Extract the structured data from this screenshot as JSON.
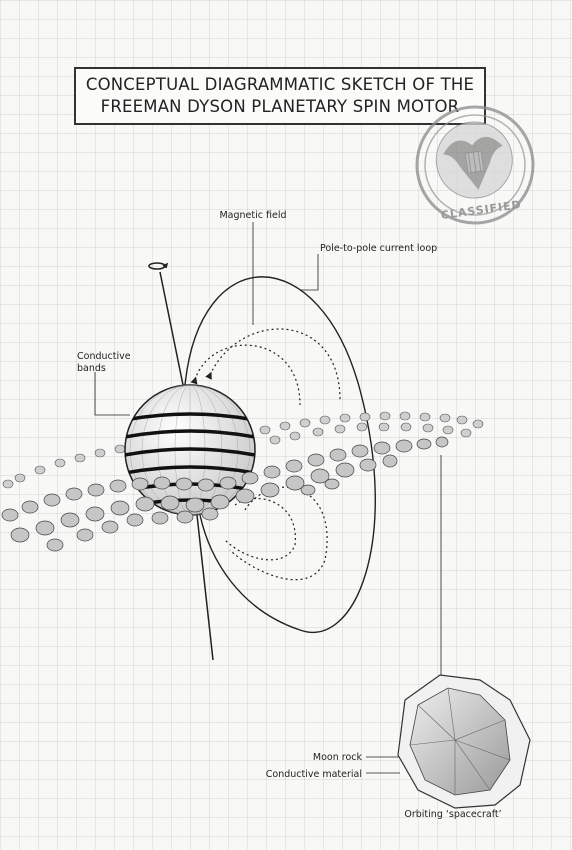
{
  "title": {
    "line1": "CONCEPTUAL DIAGRAMMATIC SKETCH OF THE",
    "line2": "FREEMAN DYSON PLANETARY SPIN MOTOR"
  },
  "stamp": {
    "text": "CLASSIFIED"
  },
  "labels": {
    "magnetic_field": "Magnetic field",
    "current_loop": "Pole-to-pole current loop",
    "conductive_bands_1": "Conductive",
    "conductive_bands_2": "bands",
    "moon_rock": "Moon rock",
    "conductive_material": "Conductive material",
    "spacecraft": "Orbiting ‘spacecraft’"
  },
  "colors": {
    "ink": "#222222",
    "rock": "#c9c9c9",
    "background": "#f8f8f6"
  }
}
